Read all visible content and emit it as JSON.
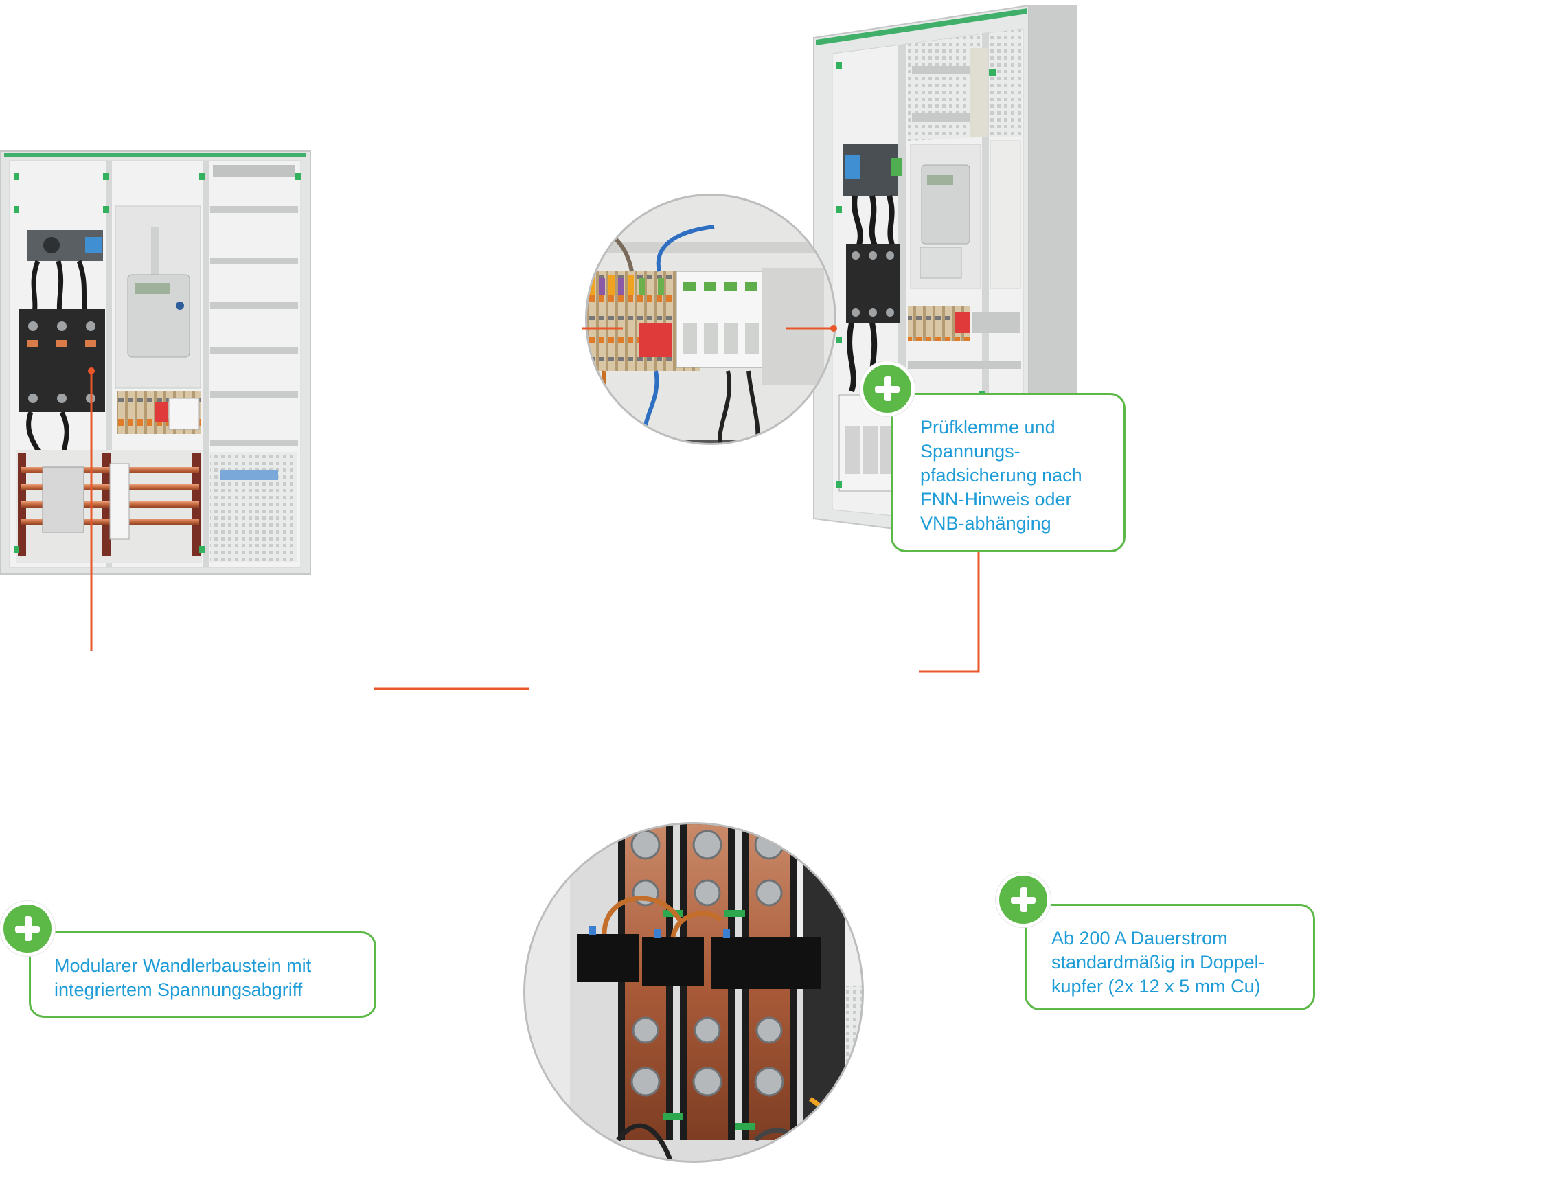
{
  "colors": {
    "accent_green": "#5cb947",
    "callout_text": "#1e9cd7",
    "leader_line": "#e8562a"
  },
  "icons": [
    "plus-icon"
  ],
  "callouts": {
    "test_terminal": "Prüfklemme und\nSpannungs-\npfadsicherung nach\nFNN-Hinweis oder\nVNB-abhänging",
    "transformer_module": "Modularer Wandlerbaustein mit\nintegriertem Spannungsabgriff",
    "double_copper": "Ab 200 A Dauerstrom\nstandardmäßig in Doppel-\nkupfer (2x 12 x 5 mm Cu)"
  }
}
